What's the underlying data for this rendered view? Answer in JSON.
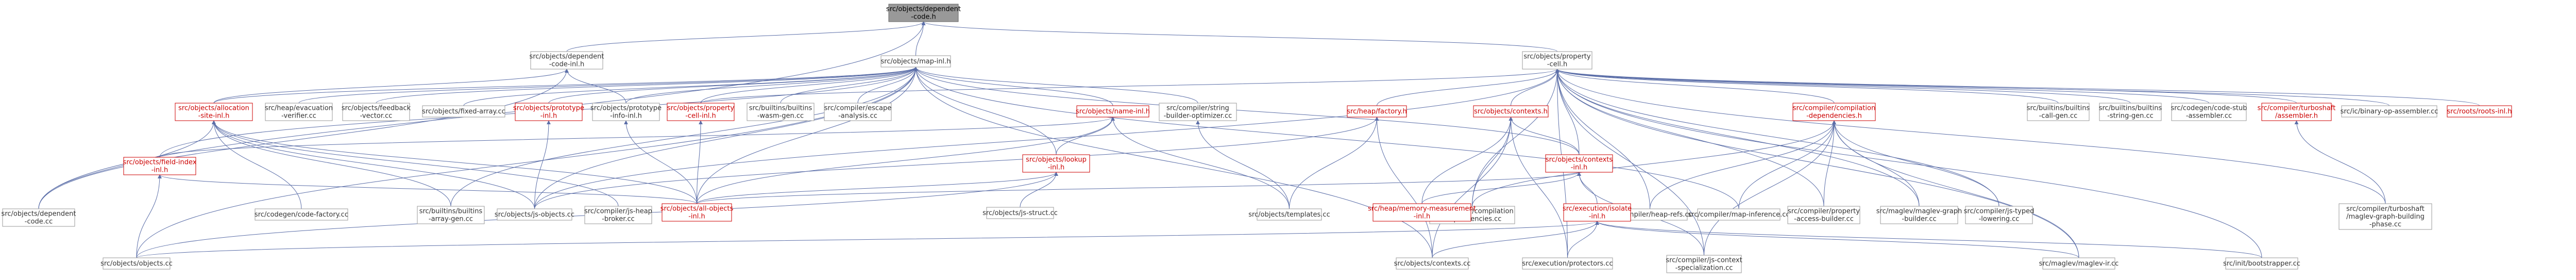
{
  "colors": {
    "node_fill": "#ffffff",
    "node_stroke": "#999999",
    "root_fill": "#999999",
    "root_stroke": "#666666",
    "edge": "#5b6ea8",
    "label_normal": "#333333",
    "label_red": "#cc0000",
    "red_stroke": "#cc0000"
  },
  "nodes": [
    {
      "id": "n0",
      "lines": [
        "src/objects/dependent",
        "-code.h"
      ],
      "root": true
    },
    {
      "id": "n1",
      "lines": [
        "src/objects/dependent",
        "-code-inl.h"
      ]
    },
    {
      "id": "n2",
      "lines": [
        "src/objects/map-inl.h"
      ]
    },
    {
      "id": "n3",
      "lines": [
        "src/objects/property",
        "-cell.h"
      ]
    },
    {
      "id": "n4",
      "lines": [
        "src/objects/dependent",
        "-code.cc"
      ]
    },
    {
      "id": "n5",
      "lines": [
        "src/objects/allocation",
        "-site-inl.h"
      ],
      "red": true
    },
    {
      "id": "n6",
      "lines": [
        "src/heap/evacuation",
        "-verifier.cc"
      ]
    },
    {
      "id": "n7",
      "lines": [
        "src/objects/feedback",
        "-vector.cc"
      ]
    },
    {
      "id": "n8",
      "lines": [
        "src/objects/fixed-array.cc"
      ]
    },
    {
      "id": "n9",
      "lines": [
        "src/objects/prototype",
        "-inl.h"
      ],
      "red": true
    },
    {
      "id": "n10",
      "lines": [
        "src/objects/prototype",
        "-info-inl.h"
      ]
    },
    {
      "id": "n11",
      "lines": [
        "src/objects/property",
        "-cell-inl.h"
      ],
      "red": true
    },
    {
      "id": "n12",
      "lines": [
        "src/builtins/builtins",
        "-wasm-gen.cc"
      ]
    },
    {
      "id": "n13",
      "lines": [
        "src/compiler/escape",
        "-analysis.cc"
      ]
    },
    {
      "id": "n14",
      "lines": [
        "src/objects/name-inl.h"
      ],
      "red": true
    },
    {
      "id": "n15",
      "lines": [
        "src/compiler/string",
        "-builder-optimizer.cc"
      ]
    },
    {
      "id": "n16",
      "lines": [
        "src/heap/factory.h"
      ],
      "red": true
    },
    {
      "id": "n17",
      "lines": [
        "src/objects/contexts.h"
      ],
      "red": true
    },
    {
      "id": "n18",
      "lines": [
        "src/compiler/compilation",
        "-dependencies.h"
      ],
      "red": true
    },
    {
      "id": "n19",
      "lines": [
        "src/builtins/builtins",
        "-call-gen.cc"
      ]
    },
    {
      "id": "n20",
      "lines": [
        "src/builtins/builtins",
        "-string-gen.cc"
      ]
    },
    {
      "id": "n21",
      "lines": [
        "src/codegen/code-stub",
        "-assembler.cc"
      ]
    },
    {
      "id": "n22",
      "lines": [
        "src/compiler/turboshaft",
        "/assembler.h"
      ],
      "red": true
    },
    {
      "id": "n23",
      "lines": [
        "src/ic/binary-op-assembler.cc"
      ]
    },
    {
      "id": "n24",
      "lines": [
        "src/roots/roots-inl.h"
      ],
      "red": true
    },
    {
      "id": "n25",
      "lines": [
        "src/objects/field-index",
        "-inl.h"
      ],
      "red": true
    },
    {
      "id": "n26",
      "lines": [
        "src/codegen/code-factory.cc"
      ]
    },
    {
      "id": "n27",
      "lines": [
        "src/builtins/builtins",
        "-array-gen.cc"
      ]
    },
    {
      "id": "n28",
      "lines": [
        "src/objects/js-objects.cc"
      ]
    },
    {
      "id": "n29",
      "lines": [
        "src/compiler/js-heap",
        "-broker.cc"
      ]
    },
    {
      "id": "n30",
      "lines": [
        "src/objects/lookup",
        "-inl.h"
      ],
      "red": true
    },
    {
      "id": "n31",
      "lines": [
        "src/objects/templates.cc"
      ]
    },
    {
      "id": "n32",
      "lines": [
        "src/compiler/compilation",
        "-dependencies.cc"
      ]
    },
    {
      "id": "n33",
      "lines": [
        "src/objects/contexts",
        "-inl.h"
      ],
      "red": true
    },
    {
      "id": "n34",
      "lines": [
        "src/compiler/heap-refs.cc"
      ]
    },
    {
      "id": "n35",
      "lines": [
        "src/compiler/map-inference.cc"
      ]
    },
    {
      "id": "n36",
      "lines": [
        "src/compiler/property",
        "-access-builder.cc"
      ]
    },
    {
      "id": "n37",
      "lines": [
        "src/maglev/maglev-graph",
        "-builder.cc"
      ]
    },
    {
      "id": "n38",
      "lines": [
        "src/compiler/js-typed",
        "-lowering.cc"
      ]
    },
    {
      "id": "n39",
      "lines": [
        "src/compiler/turboshaft",
        "/maglev-graph-building",
        "-phase.cc"
      ]
    },
    {
      "id": "n40",
      "lines": [
        "src/objects/all-objects",
        "-inl.h"
      ],
      "red": true
    },
    {
      "id": "n41",
      "lines": [
        "src/objects/js-struct.cc"
      ]
    },
    {
      "id": "n42",
      "lines": [
        "src/heap/memory-measurement",
        "-inl.h"
      ],
      "red": true
    },
    {
      "id": "n43",
      "lines": [
        "src/execution/isolate",
        "-inl.h"
      ],
      "red": true
    },
    {
      "id": "n44",
      "lines": [
        "src/compiler/js-context",
        "-specialization.cc"
      ]
    },
    {
      "id": "n45",
      "lines": [
        "src/objects/objects.cc"
      ]
    },
    {
      "id": "n46",
      "lines": [
        "src/objects/contexts.cc"
      ]
    },
    {
      "id": "n47",
      "lines": [
        "src/execution/protectors.cc"
      ]
    },
    {
      "id": "n48",
      "lines": [
        "src/maglev/maglev-ir.cc"
      ]
    },
    {
      "id": "n49",
      "lines": [
        "src/init/bootstrapper.cc"
      ]
    }
  ],
  "edges": [
    [
      "n0",
      "n1"
    ],
    [
      "n0",
      "n2"
    ],
    [
      "n0",
      "n3"
    ],
    [
      "n0",
      "n4"
    ],
    [
      "n1",
      "n4"
    ],
    [
      "n1",
      "n5"
    ],
    [
      "n1",
      "n10"
    ],
    [
      "n2",
      "n5"
    ],
    [
      "n2",
      "n6"
    ],
    [
      "n2",
      "n7"
    ],
    [
      "n2",
      "n8"
    ],
    [
      "n2",
      "n9"
    ],
    [
      "n2",
      "n10"
    ],
    [
      "n2",
      "n11"
    ],
    [
      "n2",
      "n12"
    ],
    [
      "n2",
      "n13"
    ],
    [
      "n2",
      "n14"
    ],
    [
      "n2",
      "n15"
    ],
    [
      "n2",
      "n25"
    ],
    [
      "n2",
      "n27"
    ],
    [
      "n2",
      "n28"
    ],
    [
      "n2",
      "n30"
    ],
    [
      "n2",
      "n33"
    ],
    [
      "n2",
      "n35"
    ],
    [
      "n2",
      "n40"
    ],
    [
      "n2",
      "n45"
    ],
    [
      "n2",
      "n46"
    ],
    [
      "n3",
      "n11"
    ],
    [
      "n3",
      "n16"
    ],
    [
      "n3",
      "n17"
    ],
    [
      "n3",
      "n18"
    ],
    [
      "n3",
      "n19"
    ],
    [
      "n3",
      "n20"
    ],
    [
      "n3",
      "n21"
    ],
    [
      "n3",
      "n22"
    ],
    [
      "n3",
      "n23"
    ],
    [
      "n3",
      "n24"
    ],
    [
      "n3",
      "n32"
    ],
    [
      "n3",
      "n33"
    ],
    [
      "n3",
      "n34"
    ],
    [
      "n3",
      "n36"
    ],
    [
      "n3",
      "n37"
    ],
    [
      "n3",
      "n38"
    ],
    [
      "n3",
      "n39"
    ],
    [
      "n3",
      "n44"
    ],
    [
      "n3",
      "n47"
    ],
    [
      "n3",
      "n48"
    ],
    [
      "n3",
      "n49"
    ],
    [
      "n3",
      "n28"
    ],
    [
      "n5",
      "n4"
    ],
    [
      "n5",
      "n26"
    ],
    [
      "n5",
      "n27"
    ],
    [
      "n5",
      "n28"
    ],
    [
      "n5",
      "n29"
    ],
    [
      "n5",
      "n40"
    ],
    [
      "n9",
      "n28"
    ],
    [
      "n10",
      "n40"
    ],
    [
      "n11",
      "n40"
    ],
    [
      "n14",
      "n25"
    ],
    [
      "n14",
      "n30"
    ],
    [
      "n14",
      "n31"
    ],
    [
      "n14",
      "n40"
    ],
    [
      "n15",
      "n31"
    ],
    [
      "n16",
      "n28"
    ],
    [
      "n16",
      "n31"
    ],
    [
      "n16",
      "n46"
    ],
    [
      "n17",
      "n32"
    ],
    [
      "n17",
      "n33"
    ],
    [
      "n17",
      "n42"
    ],
    [
      "n17",
      "n46"
    ],
    [
      "n17",
      "n47"
    ],
    [
      "n18",
      "n32"
    ],
    [
      "n18",
      "n34"
    ],
    [
      "n18",
      "n35"
    ],
    [
      "n18",
      "n36"
    ],
    [
      "n18",
      "n37"
    ],
    [
      "n18",
      "n38"
    ],
    [
      "n18",
      "n48"
    ],
    [
      "n18",
      "n44"
    ],
    [
      "n22",
      "n39"
    ],
    [
      "n25",
      "n40"
    ],
    [
      "n25",
      "n45"
    ],
    [
      "n30",
      "n41"
    ],
    [
      "n30",
      "n45"
    ],
    [
      "n30",
      "n40"
    ],
    [
      "n33",
      "n40"
    ],
    [
      "n33",
      "n42"
    ],
    [
      "n33",
      "n43"
    ],
    [
      "n33",
      "n44"
    ],
    [
      "n43",
      "n45"
    ],
    [
      "n43",
      "n46"
    ],
    [
      "n43",
      "n47"
    ],
    [
      "n43",
      "n48"
    ],
    [
      "n43",
      "n49"
    ]
  ]
}
